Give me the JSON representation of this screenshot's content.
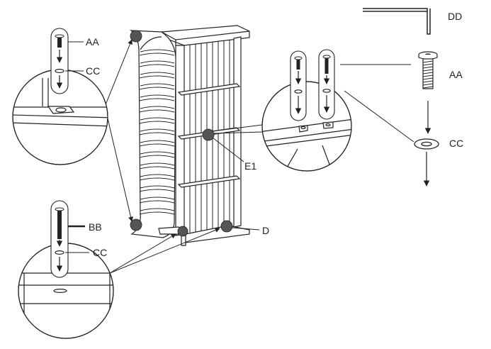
{
  "labels": {
    "dd": "DD",
    "aa_right": "AA",
    "cc_right": "CC",
    "aa_left": "AA",
    "cc_left_top": "CC",
    "bb": "BB",
    "cc_left_bottom": "CC",
    "e1": "E1",
    "d": "D"
  },
  "colors": {
    "line": "#222222",
    "dot": "#555555",
    "background": "#ffffff"
  },
  "icons": [
    "allen-key-icon",
    "bolt-icon",
    "washer-icon",
    "arrow-down-icon"
  ]
}
